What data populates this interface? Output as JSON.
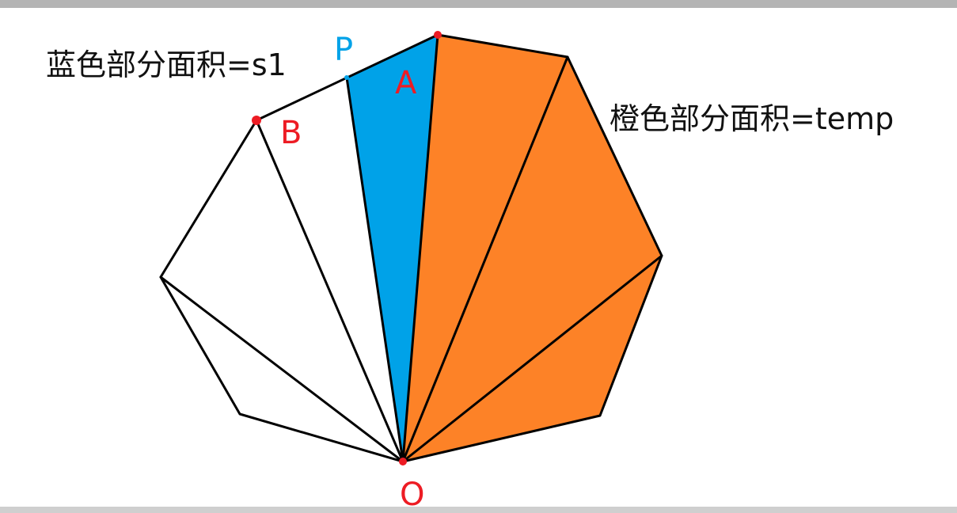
{
  "labels": {
    "blue_area": "蓝色部分面积=s1",
    "orange_area": "橙色部分面积=temp",
    "point_p": "P",
    "point_a": "A",
    "point_b": "B",
    "point_o": "O"
  },
  "colors": {
    "orange_fill": "#fd8227",
    "blue_fill": "#00a2e8",
    "outline": "#000000",
    "point_marker": "#ed1c24",
    "label_red": "#ed1c24",
    "label_blue": "#00a2e8",
    "caption_text": "#111111",
    "frame_top": "#b4b4b4",
    "frame_bottom": "#cfcfcf"
  }
}
